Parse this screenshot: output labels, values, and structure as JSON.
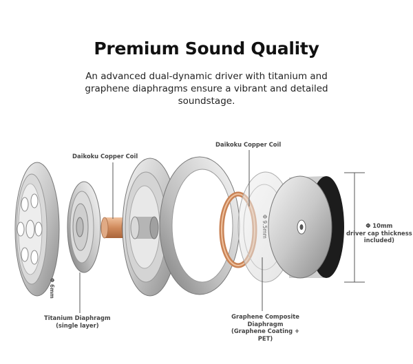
{
  "header": {
    "title": "Premium Sound Quality",
    "subtitle_lines": [
      "An advanced dual-dynamic driver with titanium and",
      "graphene diaphragms ensure a vibrant and detailed",
      "soundstage."
    ]
  },
  "callouts": {
    "copper_coil_left": "Daikoku Copper Coil",
    "copper_coil_right": "Daikoku Copper Coil",
    "titanium": [
      "Titanium Diaphragm",
      "(single layer)"
    ],
    "graphene": [
      "Graphene Composite",
      "Diaphragm",
      "(Graphene Coating +",
      "PET)"
    ],
    "size_label": [
      "Φ 10mm",
      "driver cap thickness",
      "included)"
    ],
    "dim_6mm": "Φ 6mm",
    "dim_9_5mm": "Φ 9.5mm"
  },
  "colors": {
    "metal_light": "#e4e4e4",
    "metal_dark": "#8e8e8e",
    "copper": "#d9a07a",
    "leader_line": "#555555",
    "black_cap": "#1c1c1c"
  }
}
